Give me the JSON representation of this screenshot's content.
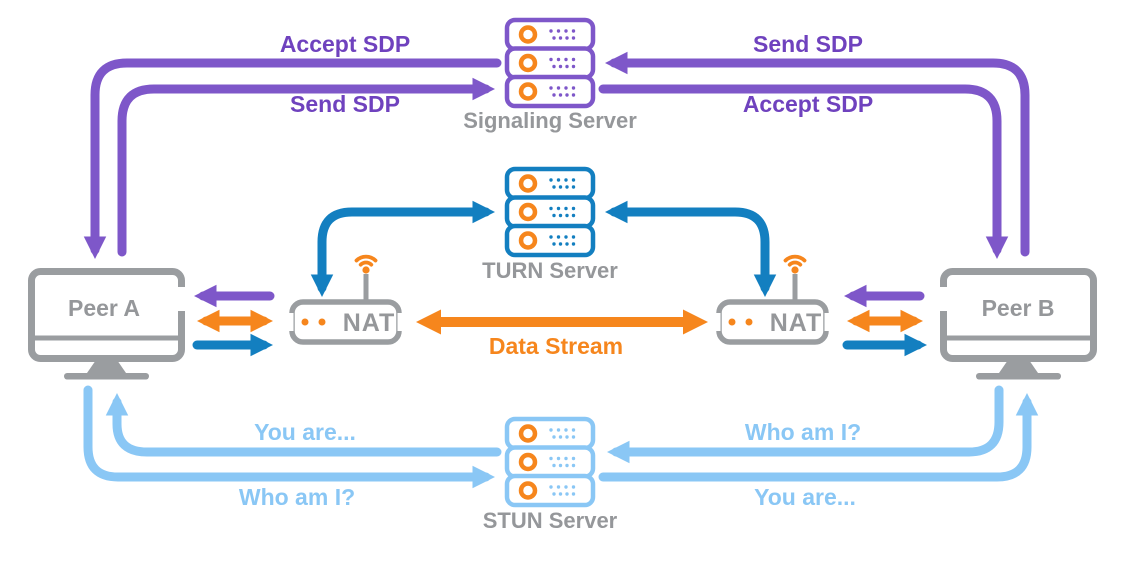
{
  "nodes": {
    "peer_a": {
      "label": "Peer A"
    },
    "peer_b": {
      "label": "Peer B"
    },
    "signaling_server": {
      "label": "Signaling Server"
    },
    "turn_server": {
      "label": "TURN Server"
    },
    "stun_server": {
      "label": "STUN Server"
    },
    "nat_left": {
      "label": "NAT"
    },
    "nat_right": {
      "label": "NAT"
    }
  },
  "edges": {
    "accept_sdp_left": {
      "label": "Accept SDP",
      "color": "#6F42BE"
    },
    "send_sdp_left": {
      "label": "Send SDP",
      "color": "#6F42BE"
    },
    "send_sdp_right": {
      "label": "Send SDP",
      "color": "#6F42BE"
    },
    "accept_sdp_right": {
      "label": "Accept SDP",
      "color": "#6F42BE"
    },
    "data_stream": {
      "label": "Data Stream",
      "color": "#F6861D"
    },
    "you_are_left": {
      "label": "You are...",
      "color": "#8AC7F5"
    },
    "who_am_i_left": {
      "label": "Who am I?",
      "color": "#8AC7F5"
    },
    "who_am_i_right": {
      "label": "Who am I?",
      "color": "#8AC7F5"
    },
    "you_are_right": {
      "label": "You are...",
      "color": "#8AC7F5"
    }
  },
  "colors": {
    "signaling_purple": "#7E57C9",
    "turn_blue": "#137FC0",
    "stun_light_blue": "#8AC7F5",
    "data_orange": "#F6861D",
    "device_gray": "#9A9DA0",
    "label_gray": "#95979A"
  }
}
